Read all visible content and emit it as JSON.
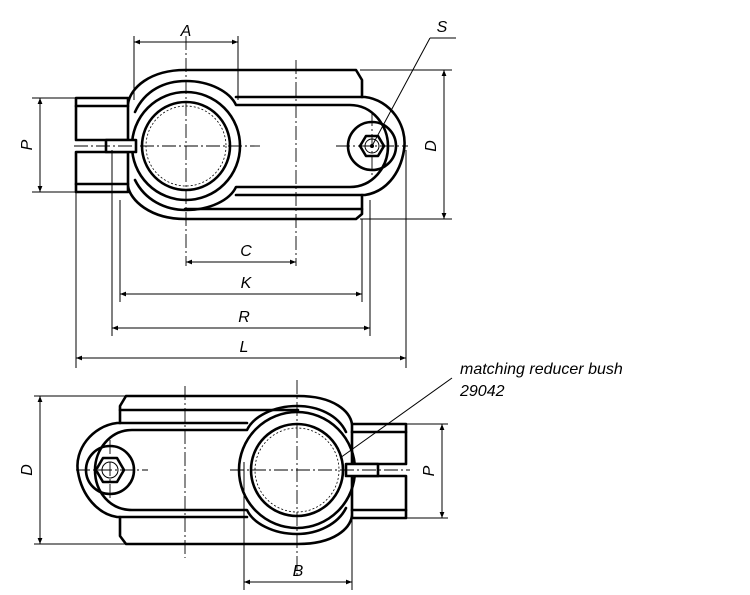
{
  "labels": {
    "A": "A",
    "S": "S",
    "P_top": "P",
    "D_top": "D",
    "C": "C",
    "K": "K",
    "R": "R",
    "L": "L",
    "D_bottom": "D",
    "P_bottom": "P",
    "B": "B"
  },
  "note": {
    "line1": "matching reducer bush",
    "line2": "29042"
  }
}
